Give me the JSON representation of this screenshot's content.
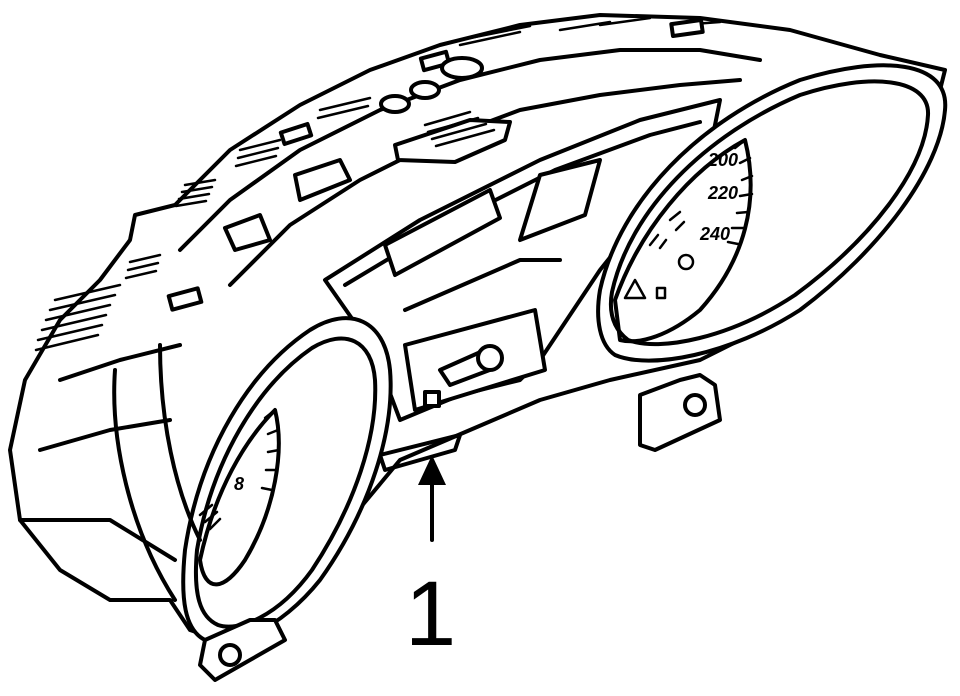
{
  "diagram": {
    "callout_number": "1",
    "speedometer_labels": [
      "200",
      "220",
      "240"
    ],
    "tachometer_label": "8",
    "colors": {
      "line": "#000000",
      "background": "#ffffff"
    }
  }
}
